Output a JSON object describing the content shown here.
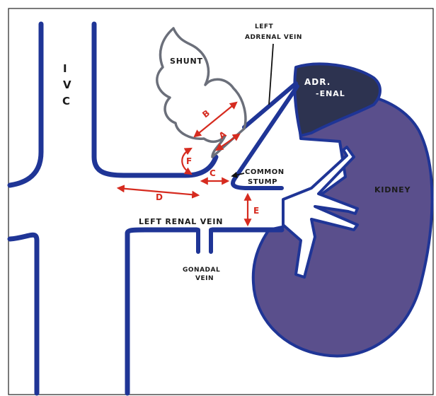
{
  "labels": {
    "ivc": [
      "I",
      "V",
      "C"
    ],
    "shunt": "SHUNT",
    "left_adrenal_vein": [
      "LEFT",
      "ADRENAL VEIN"
    ],
    "adrenal": [
      "ADR.",
      "-ENAL"
    ],
    "kidney": "KIDNEY",
    "common_stump": [
      "COMMON",
      "STUMP"
    ],
    "left_renal_vein": "LEFT RENAL VEIN",
    "gonadal_vein": [
      "GONADAL",
      "VEIN"
    ]
  },
  "measurements": {
    "a": "A",
    "b": "B",
    "c": "C",
    "d": "D",
    "e": "E",
    "f": "F"
  },
  "colors": {
    "vein": "#1f3596",
    "kidney": "#5a4f8c",
    "adrenal": "#2d3350",
    "shunt": "#6b6f7a",
    "measure": "#d62b1f",
    "frame": "#222222"
  }
}
